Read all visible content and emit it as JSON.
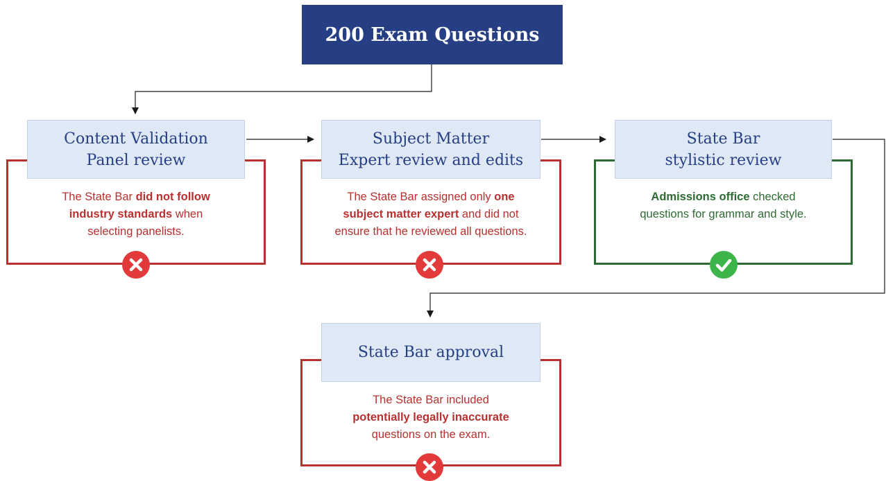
{
  "title": "200 Exam Questions",
  "steps": [
    {
      "title_line1": "Content Validation",
      "title_line2": "Panel review",
      "status": "fail",
      "note": {
        "l1": "The State Bar ",
        "l1b": "did not follow",
        "l2b": "industry standards",
        "l2": " when",
        "l3": "selecting panelists."
      }
    },
    {
      "title_line1": "Subject Matter",
      "title_line2": "Expert review and edits",
      "status": "fail",
      "note": {
        "l1": "The State Bar assigned only ",
        "l1b": "one",
        "l2b": "subject matter expert",
        "l2": " and did not",
        "l3": "ensure that he reviewed all questions."
      }
    },
    {
      "title_line1": "State Bar",
      "title_line2": "stylistic review",
      "status": "pass",
      "note": {
        "l1b": "Admissions office",
        "l1": " checked",
        "l2": "questions for grammar and style."
      }
    },
    {
      "title_line1": "State Bar approval",
      "status": "fail",
      "note": {
        "l1": "The State Bar included",
        "l2b": "potentially legally inaccurate",
        "l3": "questions on the exam."
      }
    }
  ],
  "colors": {
    "navy": "#263f84",
    "step_fill": "#dfe8f5",
    "fail": "#b8302f",
    "fail_badge": "#e23a3a",
    "pass": "#2e6b33",
    "pass_badge": "#3cb44a"
  },
  "icons": {
    "fail": "x-mark-icon",
    "pass": "check-mark-icon"
  }
}
